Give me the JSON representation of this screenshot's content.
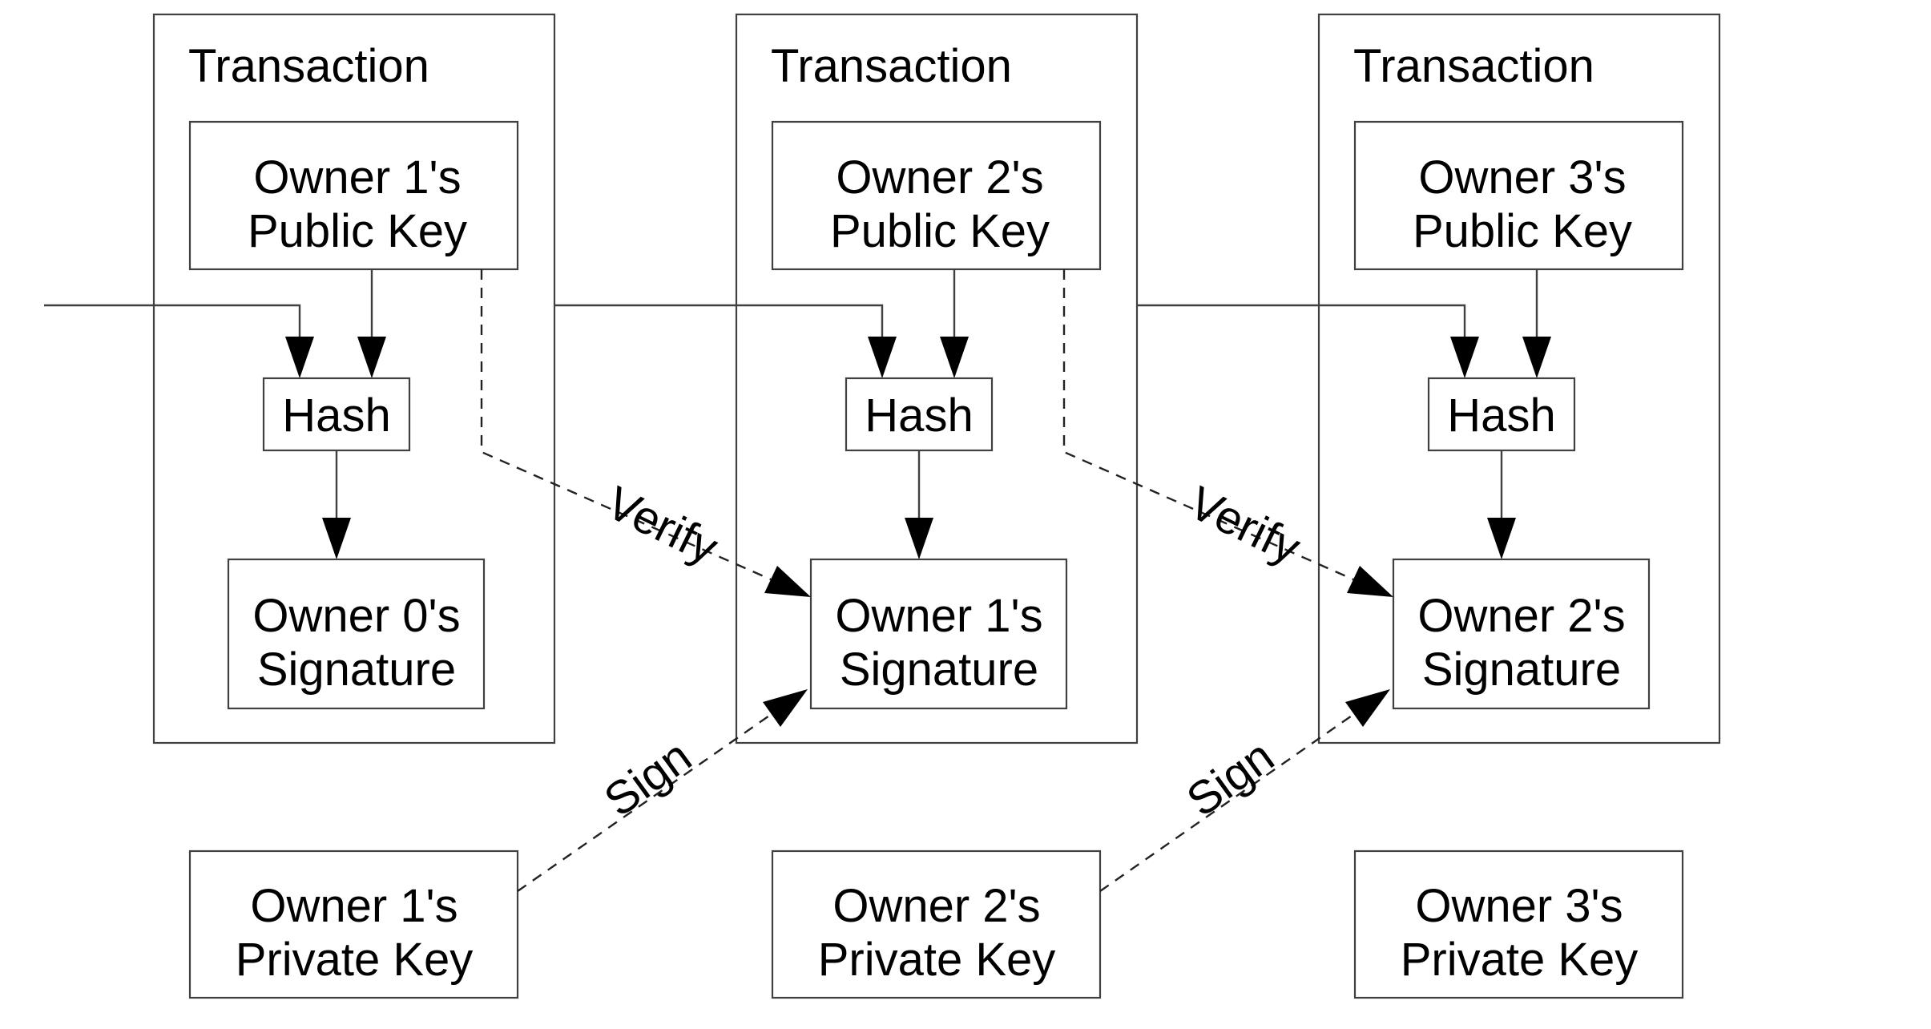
{
  "diagram": {
    "title": "Bitcoin transaction chain diagram",
    "background_color": "#ffffff",
    "line_color": "#404040",
    "arrow_color": "#000000",
    "text_color": "#000000"
  },
  "transactions": [
    {
      "title": "Transaction",
      "public_key": {
        "line1": "Owner 1's",
        "line2": "Public Key"
      },
      "hash": "Hash",
      "signature": {
        "line1": "Owner 0's",
        "line2": "Signature"
      }
    },
    {
      "title": "Transaction",
      "public_key": {
        "line1": "Owner 2's",
        "line2": "Public Key"
      },
      "hash": "Hash",
      "signature": {
        "line1": "Owner 1's",
        "line2": "Signature"
      }
    },
    {
      "title": "Transaction",
      "public_key": {
        "line1": "Owner 3's",
        "line2": "Public Key"
      },
      "hash": "Hash",
      "signature": {
        "line1": "Owner 2's",
        "line2": "Signature"
      }
    }
  ],
  "private_keys": [
    {
      "line1": "Owner 1's",
      "line2": "Private Key"
    },
    {
      "line1": "Owner 2's",
      "line2": "Private Key"
    },
    {
      "line1": "Owner 3's",
      "line2": "Private Key"
    }
  ],
  "connectors": {
    "verify_labels": [
      "Verify",
      "Verify"
    ],
    "sign_labels": [
      "Sign",
      "Sign"
    ]
  }
}
